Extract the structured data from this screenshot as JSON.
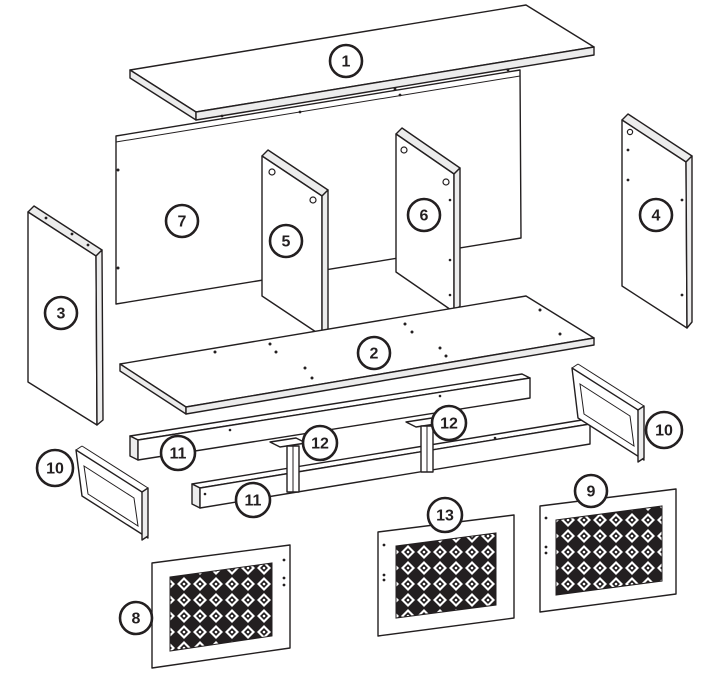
{
  "parts": [
    {
      "id": "part-1",
      "number": "1"
    },
    {
      "id": "part-2",
      "number": "2"
    },
    {
      "id": "part-3",
      "number": "3"
    },
    {
      "id": "part-4",
      "number": "4"
    },
    {
      "id": "part-5",
      "number": "5"
    },
    {
      "id": "part-6",
      "number": "6"
    },
    {
      "id": "part-7",
      "number": "7"
    },
    {
      "id": "part-8",
      "number": "8"
    },
    {
      "id": "part-9",
      "number": "9"
    },
    {
      "id": "part-10a",
      "number": "10"
    },
    {
      "id": "part-10b",
      "number": "10"
    },
    {
      "id": "part-11a",
      "number": "11"
    },
    {
      "id": "part-11b",
      "number": "11"
    },
    {
      "id": "part-12a",
      "number": "12"
    },
    {
      "id": "part-12b",
      "number": "12"
    },
    {
      "id": "part-13",
      "number": "13"
    }
  ]
}
